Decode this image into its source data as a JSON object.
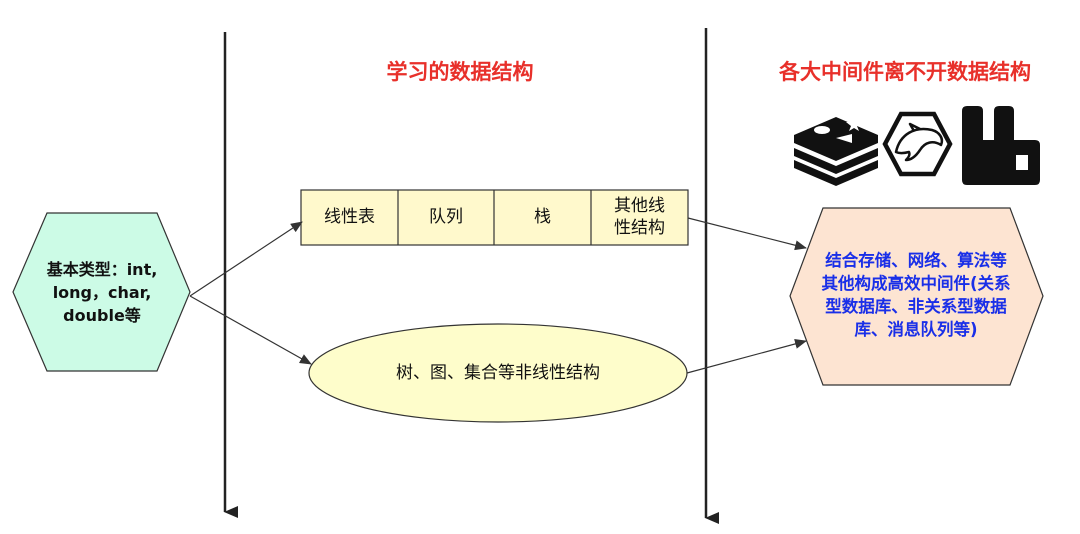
{
  "headings": {
    "middle": "学习的数据结构",
    "right": "各大中间件离不开数据结构"
  },
  "basic_types": {
    "line1": "基本类型：int,",
    "line2": "long，char,",
    "line3": "double等"
  },
  "linear_structures": {
    "cells": [
      {
        "line1": "线性表",
        "line2": ""
      },
      {
        "line1": "队列",
        "line2": ""
      },
      {
        "line1": "栈",
        "line2": ""
      },
      {
        "line1": "其他线",
        "line2": "性结构"
      }
    ]
  },
  "nonlinear": {
    "label": "树、图、集合等非线性结构"
  },
  "middleware": {
    "line1": "结合存储、网络、算法等",
    "line2": "其他构成高效中间件(关系",
    "line3": "型数据库、非关系型数据",
    "line4": "库、消息队列等)"
  },
  "icons": [
    "redis-icon",
    "mysql-dolphin-icon",
    "rabbitmq-icon"
  ],
  "colors": {
    "heading_red": "#e8302a",
    "hexagon_fill": "#ccfbe6",
    "linear_fill": "#fff9cc",
    "ellipse_fill": "#fefdcb",
    "middleware_fill": "#fde4d2",
    "middleware_text": "#1a2fe8"
  }
}
